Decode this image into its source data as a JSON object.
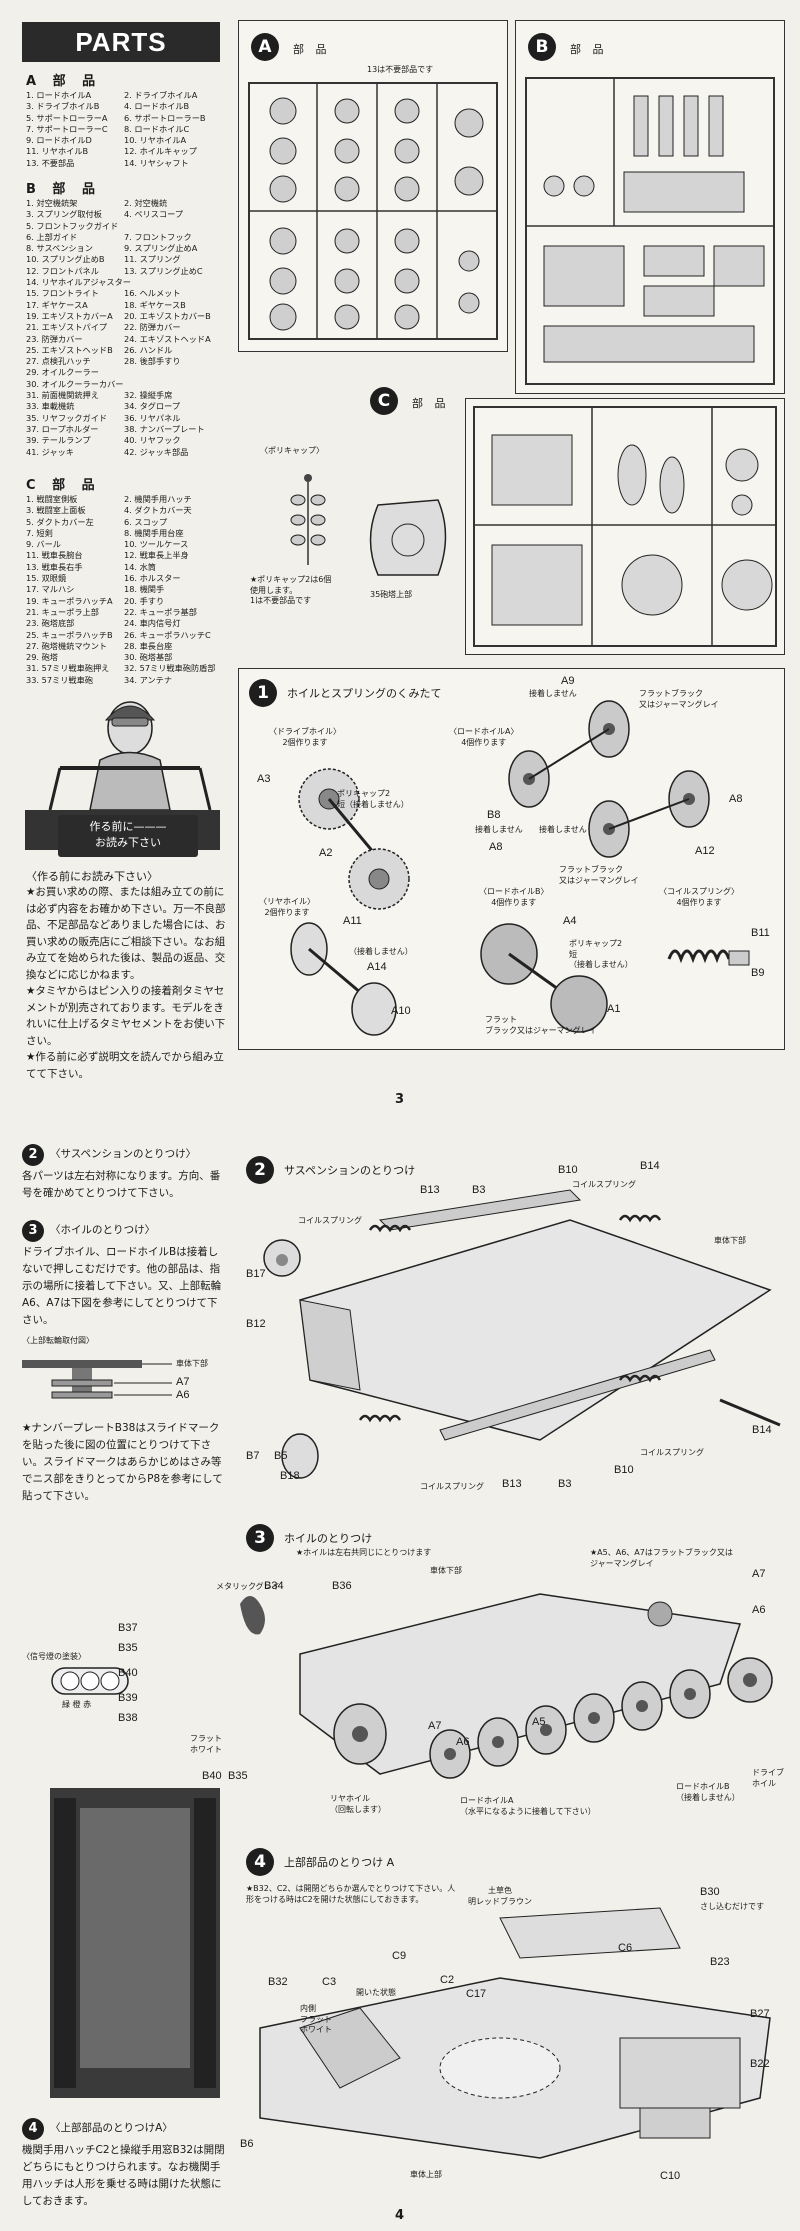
{
  "parts": {
    "title": "PARTS",
    "a": {
      "head": "A 部 品",
      "items": [
        "1. ロードホイルA",
        "2. ドライブホイルA",
        "3. ドライブホイルB",
        "4. ロードホイルB",
        "5. サポートローラーA",
        "6. サポートローラーB",
        "7. サポートローラーC",
        "8. ロードホイルC",
        "9. ロードホイルD",
        "10. リヤホイルA",
        "11. リヤホイルB",
        "12. ホイルキャップ",
        "13. 不要部品",
        "14. リヤシャフト"
      ]
    },
    "b": {
      "head": "B 部 品",
      "items": [
        "1. 対空機銃架",
        "2. 対空機銃",
        "3. スプリング取付板",
        "4. ペリスコープ",
        "5. フロントフックガイド",
        "",
        "6. 上部ガイド",
        "7. フロントフック",
        "8. サスペンション",
        "9. スプリング止めA",
        "10. スプリング止めB",
        "11. スプリング",
        "12. フロントパネル",
        "13. スプリング止めC",
        "14. リヤホイルアジャスター",
        "",
        "15. フロントライト",
        "16. ヘルメット",
        "17. ギヤケースA",
        "18. ギヤケースB",
        "19. エキゾストカバーA",
        "20. エキゾストカバーB",
        "21. エキゾストパイプ",
        "22. 防弾カバー",
        "23. 防弾カバー",
        "24. エキゾストヘッドA",
        "25. エキゾストヘッドB",
        "26. ハンドル",
        "27. 点検孔ハッチ",
        "28. 後部手すり",
        "29. オイルクーラー",
        "",
        "30. オイルクーラーカバー",
        "",
        "31. 前面機関銃押え",
        "32. 操縦手席",
        "33. 車載機銃",
        "34. タグロープ",
        "35. リヤフックガイド",
        "36. リヤパネル",
        "37. ロープホルダー",
        "38. ナンバープレート",
        "39. テールランプ",
        "40. リヤフック",
        "41. ジャッキ",
        "42. ジャッキ部品"
      ]
    },
    "c": {
      "head": "C 部 品",
      "items": [
        "1. 戦闘室側板",
        "2. 機関手用ハッチ",
        "3. 戦闘室上面板",
        "4. ダクトカバー天",
        "5. ダクトカバー左",
        "6. スコップ",
        "7. 短剣",
        "8. 機関手用台座",
        "9. バール",
        "10. ツールケース",
        "11. 戦車長腕台",
        "12. 戦車長上半身",
        "13. 戦車長右手",
        "14. 水筒",
        "15. 双眼鏡",
        "16. ホルスター",
        "17. マルハシ",
        "18. 機関手",
        "19. キューポラハッチA",
        "20. 手すり",
        "21. キューポラ上部",
        "22. キューポラ基部",
        "23. 砲塔底部",
        "24. 車内信号灯",
        "25. キューポラハッチB",
        "26. キューポラハッチC",
        "27. 砲塔機銃マウント",
        "28. 車長台座",
        "29. 砲塔",
        "30. 砲塔基部",
        "31. 57ミリ戦車砲押え",
        "32. 57ミリ戦車砲防盾部",
        "33. 57ミリ戦車砲",
        "34. アンテナ"
      ]
    },
    "before_build": "作る前に———\nお読み下さい",
    "notes_title": "〈作る前にお読み下さい〉",
    "notes": "★お買い求めの際、または組み立ての前には必ず内容をお確かめ下さい。万一不良部品、不足部品などありました場合には、お買い求めの販売店にご相談下さい。なお組み立てを始められた後は、製品の返品、交換などに応じかねます。\n★タミヤからはピン入りの接着剤タミヤセメントが別売されております。モデルをきれいに仕上げるタミヤセメントをお使い下さい。\n★作る前に必ず説明文を読んでから組み立てて下さい。"
  },
  "runners": {
    "a_title": "部 品",
    "a_note": "13は不要部品です",
    "b_title": "部 品",
    "c_title": "部 品",
    "polycap_title": "〈ポリキャップ〉",
    "polycap_note": "★ポリキャップ2は6個\n使用します。\n1は不要部品です",
    "turret_label": "35砲塔上部"
  },
  "step1": {
    "title": "ホイルとスプリングのくみたて",
    "drive_title": "〈ドライブホイル〉\n2個作ります",
    "drive_cap": "ポリキャップ2\n短（接着しません）",
    "road_a_title": "〈ロードホイルA〉\n4個作ります",
    "road_a_note": "接着しません",
    "road_a_note2": "接着しません",
    "road_a_note3": "接着しません",
    "flat_black_1": "フラットブラック\n又はジャーマングレイ",
    "flat_black_2": "フラットブラック\n又はジャーマングレイ",
    "rear_title": "〈リヤホイル〉\n2個作ります",
    "rear_note": "（接着しません）",
    "road_b_title": "〈ロードホイルB〉\n4個作ります",
    "road_b_cap": "ポリキャップ2\n短\n（接着しません）",
    "road_b_color": "フラット\nブラック又はジャーマングレイ",
    "spring_title": "〈コイルスプリング〉\n4個作ります",
    "labels": {
      "a3": "A3",
      "a2": "A2",
      "a9": "A9",
      "b8": "B8",
      "a8": "A8",
      "a8b": "A8",
      "a12": "A12",
      "a11": "A11",
      "a14": "A14",
      "a10": "A10",
      "a4": "A4",
      "a1": "A1",
      "b11": "B11",
      "b9": "B9"
    }
  },
  "page3": "3",
  "left4": {
    "s2_title": "〈サスペンションのとりつけ〉",
    "s2_text": "各パーツは左右対称になります。方向、番号を確かめてとりつけて下さい。",
    "s3_title": "〈ホイルのとりつけ〉",
    "s3_text": "ドライブホイル、ロードホイルBは接着しないで押しこむだけです。他の部品は、指示の場所に接着して下さい。又、上部転輪A6、A7は下図を参考にしてとりつけて下さい。",
    "roller_caption": "〈上部転輪取付図〉",
    "roller_hull": "車体下部",
    "roller_a7": "A7",
    "roller_a6": "A6",
    "plate_text": "★ナンバープレートB38はスライドマークを貼った後に図の位置にとりつけて下さい。スライドマークはあらかじめはさみ等でニス部をきりとってからP8を参考にして貼って下さい。",
    "signal_title": "〈信号燈の塗装〉",
    "signal_colors": "緑 橙 赤",
    "s4_title": "〈上部部品のとりつけA〉",
    "s4_text": "機関手用ハッチC2と操縦手用窓B32は開閉どちらにもとりつけられます。なお機関手用ハッチは人形を乗せる時は開けた状態にしておきます。"
  },
  "step2": {
    "title": "サスペンションのとりつけ",
    "coil1": "コイルスプリング",
    "coil2": "コイルスプリング",
    "coil3": "コイルスプリング",
    "coil4": "コイルスプリング",
    "hull": "車体下部",
    "labels": {
      "b13": "B13",
      "b3": "B3",
      "b10": "B10",
      "b14": "B14",
      "b17": "B17",
      "b12": "B12",
      "b7": "B7",
      "b5": "B5",
      "b18": "B18",
      "b13b": "B13",
      "b3b": "B3",
      "b10b": "B10",
      "b14b": "B14"
    }
  },
  "step3": {
    "title": "ホイルのとりつけ",
    "note": "★ホイルは左右共同じにとりつけます",
    "note2": "★A5、A6、A7はフラットブラック又は\nジャーマングレイ",
    "metallic": "メタリックグレイ",
    "hull": "車体下部",
    "flat_white": "フラット\nホワイト",
    "rear_wheel": "リヤホイル\n（回転します）",
    "road_a": "ロードホイルA\n（水平になるように接着して下さい）",
    "road_b": "ロードホイルB\n（接着しません）",
    "drive": "ドライブ\nホイル",
    "labels": {
      "b34": "B34",
      "b36": "B36",
      "b37": "B37",
      "b35": "B35",
      "b40": "B40",
      "b39": "B39",
      "b38": "B38",
      "b40b": "B40",
      "b35b": "B35",
      "a7": "A7",
      "a6": "A6",
      "a5": "A5",
      "a7b": "A7",
      "a6b": "A6"
    }
  },
  "step4": {
    "title": "上部部品のとりつけ A",
    "note": "★B32、C2、は開閉どちらか選んでとりつけて下さい。人形をつける時はC2を開けた状態にしておきます。",
    "brown": "土草色\n明レッドブラウン",
    "open": "開いた状態",
    "inner": "内側\nフラット\nホワイト",
    "lower": "車体上部",
    "labels": {
      "b30": "B30",
      "b30n": "さし込むだけです",
      "c9": "C9",
      "c6": "C6",
      "b23": "B23",
      "b32": "B32",
      "c3": "C3",
      "c2": "C2",
      "c17": "C17",
      "b27": "B27",
      "b22": "B22",
      "b6": "B6",
      "c10": "C10"
    }
  },
  "page4": "4"
}
